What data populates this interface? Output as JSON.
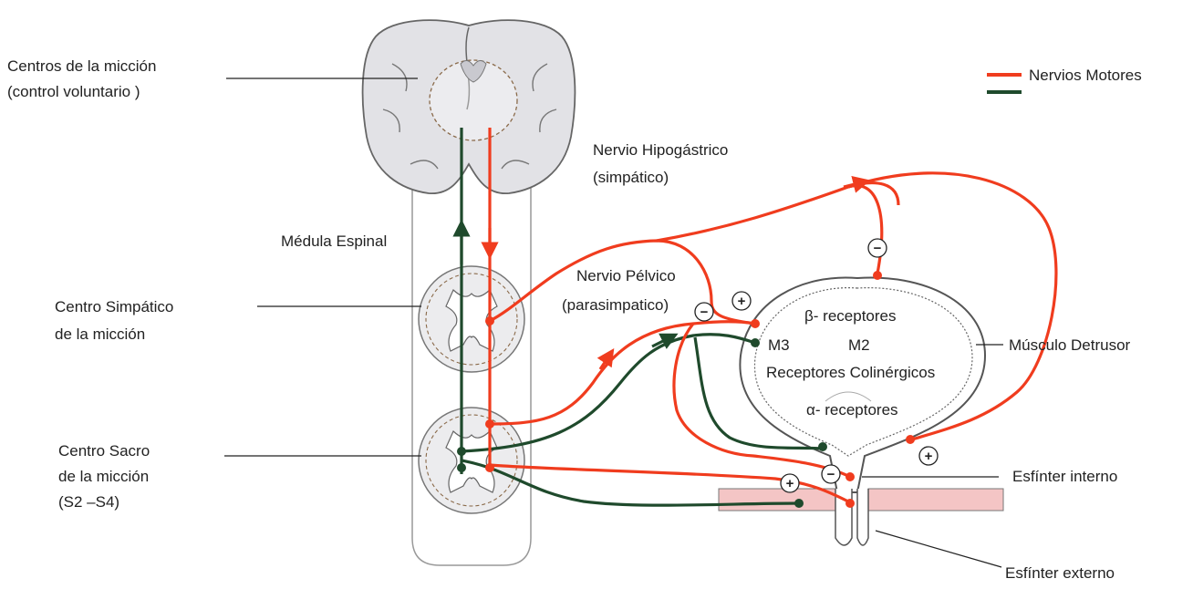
{
  "labels": {
    "mic_centers_l1": "Centros de la micción",
    "mic_centers_l2": "(control voluntario )",
    "hypogastric_l1": "Nervio Hipogástrico",
    "hypogastric_l2": "(simpático)",
    "spinal_cord": "Médula Espinal",
    "pelvic_l1": "Nervio Pélvico",
    "pelvic_l2": "(parasimpatico)",
    "sympathetic_l1": "Centro Simpático",
    "sympathetic_l2": "de la micción",
    "sacral_l1": "Centro Sacro",
    "sacral_l2": "de la micción",
    "sacral_l3": "(S2 –S4)",
    "beta_receptors": "β- receptores",
    "m3": "M3",
    "m2": "M2",
    "cholinergic": "Receptores Colinérgicos",
    "alpha_receptors": "α- receptores",
    "detrusor": "Músculo Detrusor",
    "internal_sphincter": "Esfínter interno",
    "external_sphincter": "Esfínter externo"
  },
  "legend": {
    "motor_nerves": "Nervios Motores",
    "motor_color": "#f03c1e",
    "sensory_color": "#1f4a2c"
  },
  "signs": {
    "plus": "+",
    "minus": "−"
  }
}
